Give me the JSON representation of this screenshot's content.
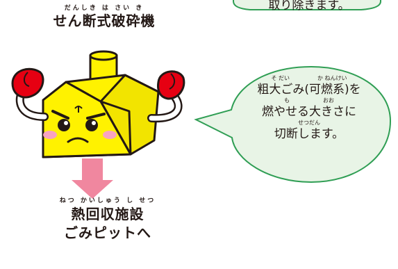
{
  "top_bubble": {
    "text": "取り除きます。"
  },
  "machine": {
    "ruby": "だんしき は さい き",
    "title": "せん断式破砕機"
  },
  "destination": {
    "ruby": "ねつ かいしゅう し せつ",
    "line1": "熱回収施設",
    "line2": "ごみピットへ"
  },
  "bubble": {
    "ruby1": "そ だい　　　　　か ねんけい",
    "line1": "粗大ごみ(可燃系)を",
    "ruby2": "も　　　　　　おお",
    "line2": "燃やせる大きさに",
    "ruby3": "せつだん",
    "line3": "切断します。"
  },
  "colors": {
    "bubble_fill": "#e8f4e6",
    "bubble_stroke": "#2f9e54",
    "machine_yellow": "#fff200",
    "glove_red": "#e60012",
    "arrow_pink": "#f0879f",
    "text": "#231815"
  }
}
